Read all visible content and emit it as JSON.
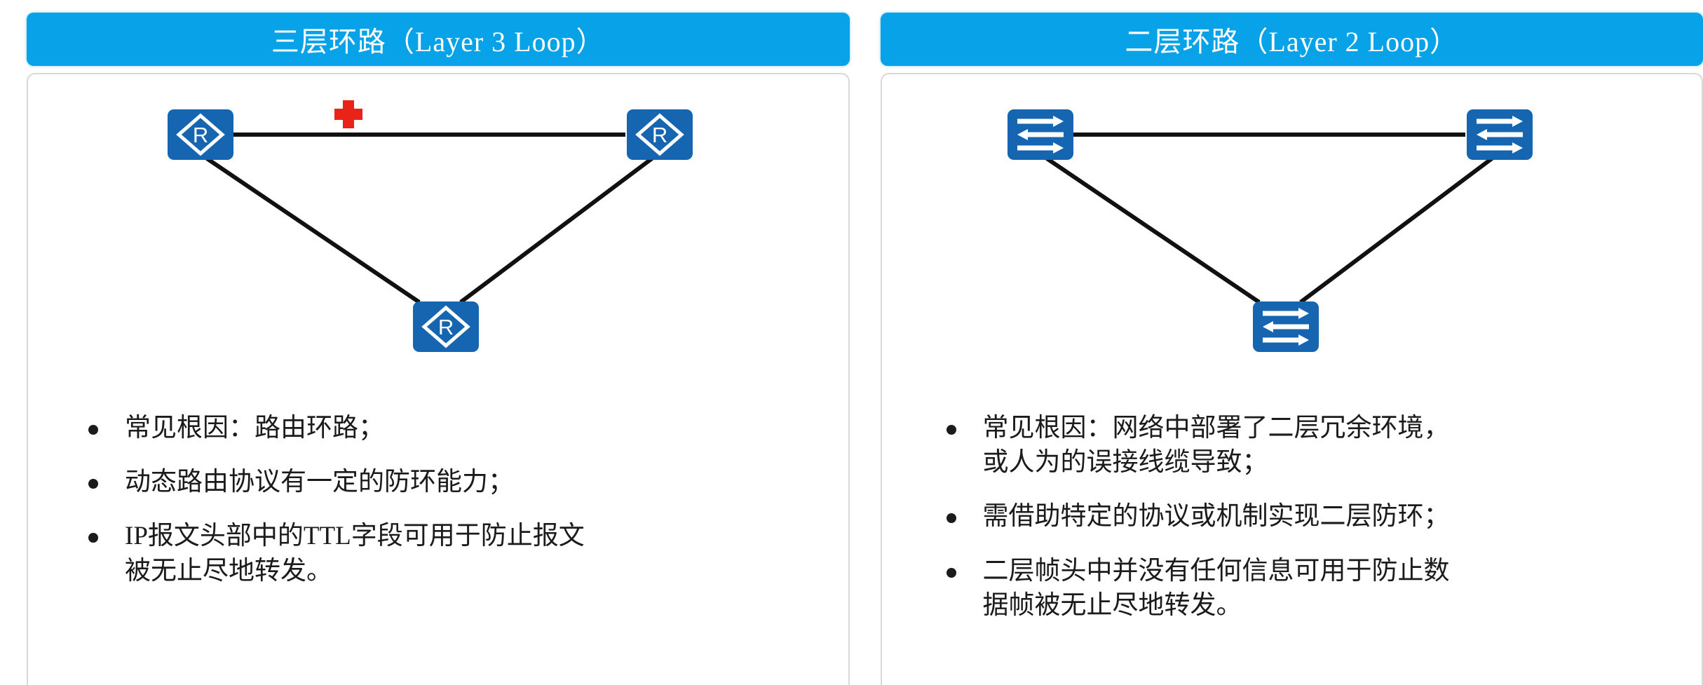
{
  "panels": [
    {
      "id": "layer3-loop",
      "header": "三层环路（Layer 3 Loop）",
      "header_color": "#07a2e8",
      "node_icon": "router-icon",
      "node_label": "R",
      "node_color": "#1565b0",
      "marker": {
        "name": "red-cross-marker",
        "color": "#ea2318"
      },
      "nodes": [
        {
          "name": "router-top-left"
        },
        {
          "name": "router-top-right"
        },
        {
          "name": "router-bottom"
        }
      ],
      "links": [
        {
          "name": "link-top"
        },
        {
          "name": "link-left"
        },
        {
          "name": "link-right"
        }
      ],
      "bullets": [
        "常见根因：路由环路；",
        "动态路由协议有一定的防环能力；",
        "IP报文头部中的TTL字段可用于防止报文\n被无止尽地转发。"
      ]
    },
    {
      "id": "layer2-loop",
      "header": "二层环路（Layer 2 Loop）",
      "header_color": "#07a2e8",
      "node_icon": "switch-icon",
      "node_label": "",
      "node_color": "#1565b0",
      "marker": null,
      "nodes": [
        {
          "name": "switch-top-left"
        },
        {
          "name": "switch-top-right"
        },
        {
          "name": "switch-bottom"
        }
      ],
      "links": [
        {
          "name": "link-top"
        },
        {
          "name": "link-left"
        },
        {
          "name": "link-right"
        }
      ],
      "bullets": [
        "常见根因：网络中部署了二层冗余环境，\n或人为的误接线缆导致；",
        "需借助特定的协议或机制实现二层防环；",
        "二层帧头中并没有任何信息可用于防止数\n据帧被无止尽地转发。"
      ]
    }
  ]
}
